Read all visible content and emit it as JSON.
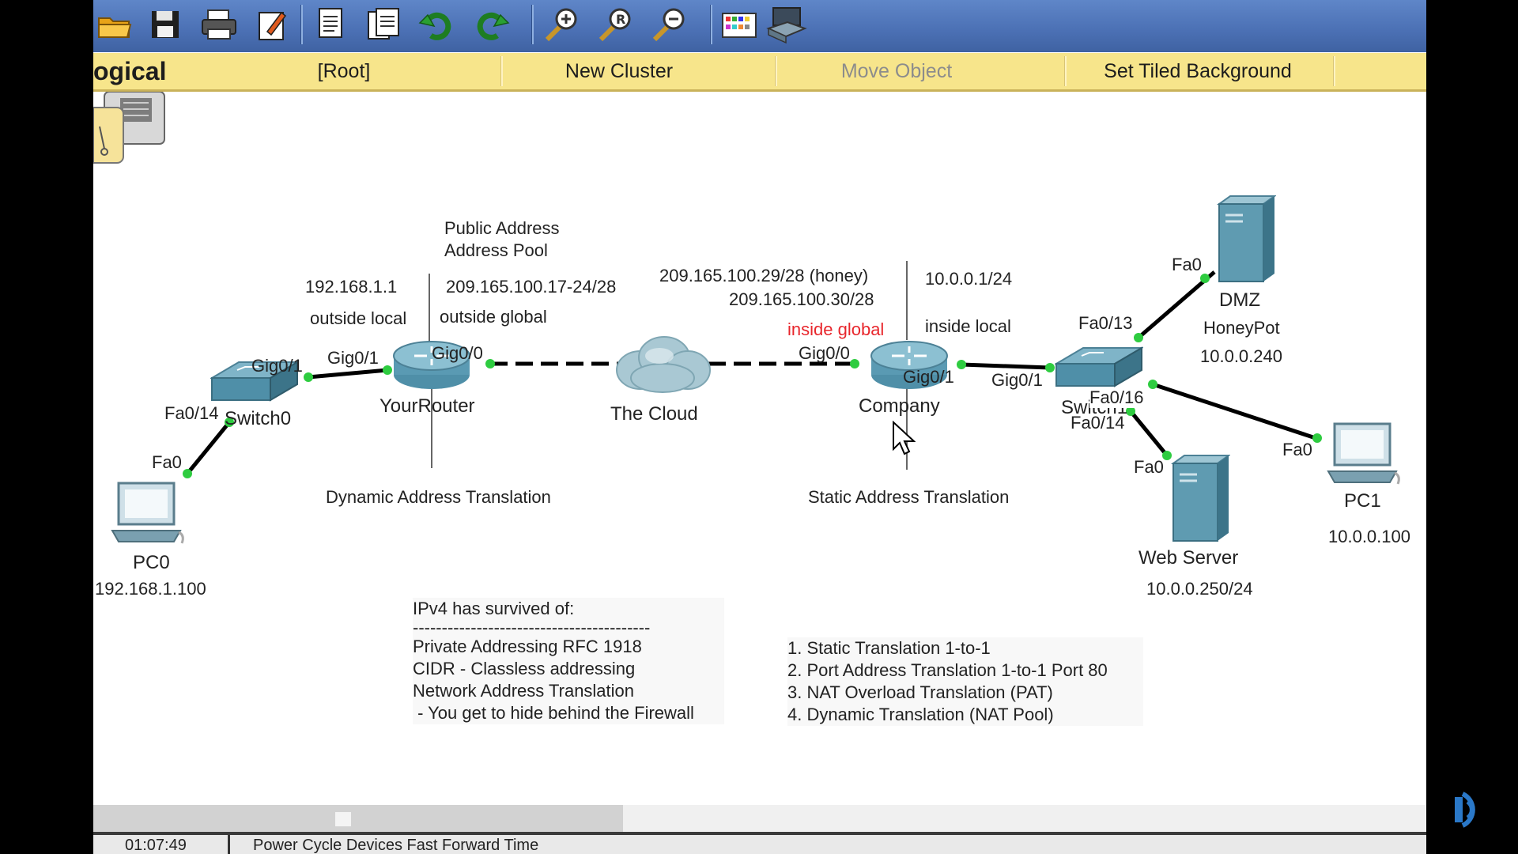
{
  "toolbar": {
    "buttons": [
      {
        "icon": "open-folder-icon"
      },
      {
        "icon": "save-icon"
      },
      {
        "icon": "print-icon"
      },
      {
        "icon": "activity-wizard-icon"
      },
      {
        "icon": "copy-icon"
      },
      {
        "icon": "paste-icon"
      },
      {
        "icon": "undo-icon"
      },
      {
        "icon": "redo-icon"
      },
      {
        "icon": "zoom-in-icon"
      },
      {
        "icon": "zoom-reset-icon"
      },
      {
        "icon": "zoom-out-icon"
      },
      {
        "icon": "palette-icon"
      },
      {
        "icon": "custom-device-icon"
      }
    ]
  },
  "modebar": {
    "workspace_label": "ogical",
    "root_label": "[Root]",
    "new_cluster_label": "New Cluster",
    "move_object_label": "Move Object",
    "set_tiled_background_label": "Set Tiled Background"
  },
  "topology": {
    "pc0": {
      "name": "PC0",
      "ip": "192.168.1.100",
      "port": "Fa0"
    },
    "switch0": {
      "name": "Switch0",
      "port_fa": "Fa0/14",
      "port_gig": "Gig0/1"
    },
    "your_router": {
      "name": "YourRouter",
      "port_left": "Gig0/1",
      "port_right": "Gig0/0"
    },
    "cloud": {
      "name": "The Cloud"
    },
    "company": {
      "name": "Company",
      "port_left": "Gig0/0",
      "port_right": "Gig0/1"
    },
    "switch1": {
      "name": "Switch1",
      "port_gig": "Gig0/1",
      "port_13": "Fa0/13",
      "port_16": "Fa0/16",
      "port_14": "Fa0/14"
    },
    "dmz": {
      "name": "DMZ",
      "subname": "HoneyPot",
      "ip": "10.0.0.240",
      "port": "Fa0"
    },
    "pc1": {
      "name": "PC1",
      "ip": "10.0.0.100",
      "port": "Fa0"
    },
    "web_server": {
      "name": "Web Server",
      "ip": "10.0.0.250/24",
      "port": "Fa0"
    }
  },
  "annotations": {
    "public_address_line1": "Public Address",
    "public_address_line2": "Address Pool",
    "outside_local_ip": "192.168.1.1",
    "outside_global_pool": "209.165.100.17-24/28",
    "outside_local": "outside local",
    "outside_global": "outside global",
    "honey_ip": "209.165.100.29/28 (honey)",
    "company_public_ip": "209.165.100.30/28",
    "inside_local_ip": "10.0.0.1/24",
    "inside_global": "inside global",
    "inside_local": "inside local",
    "dynamic_translation": "Dynamic Address Translation",
    "static_translation": "Static Address Translation"
  },
  "notes": {
    "ipv4": [
      "IPv4 has survived of:",
      "-----------------------------------------",
      "Private Addressing RFC 1918",
      "CIDR - Classless addressing",
      "Network Address Translation",
      " - You get to hide behind the Firewall"
    ],
    "nat_types": [
      "1. Static Translation 1-to-1",
      "2. Port Address Translation 1-to-1 Port 80",
      "3. NAT Overload Translation (PAT)",
      "4. Dynamic Translation (NAT Pool)"
    ]
  },
  "colors": {
    "toolbar": "#4b70b4",
    "modebar": "#f7e58b",
    "link_up": "#2ecc40",
    "inside_global_text": "#e8262c",
    "device_teal": "#4f8fa8"
  },
  "statusbar": {
    "time": "01:07:49",
    "text": "Power Cycle Devices   Fast Forward Time"
  }
}
